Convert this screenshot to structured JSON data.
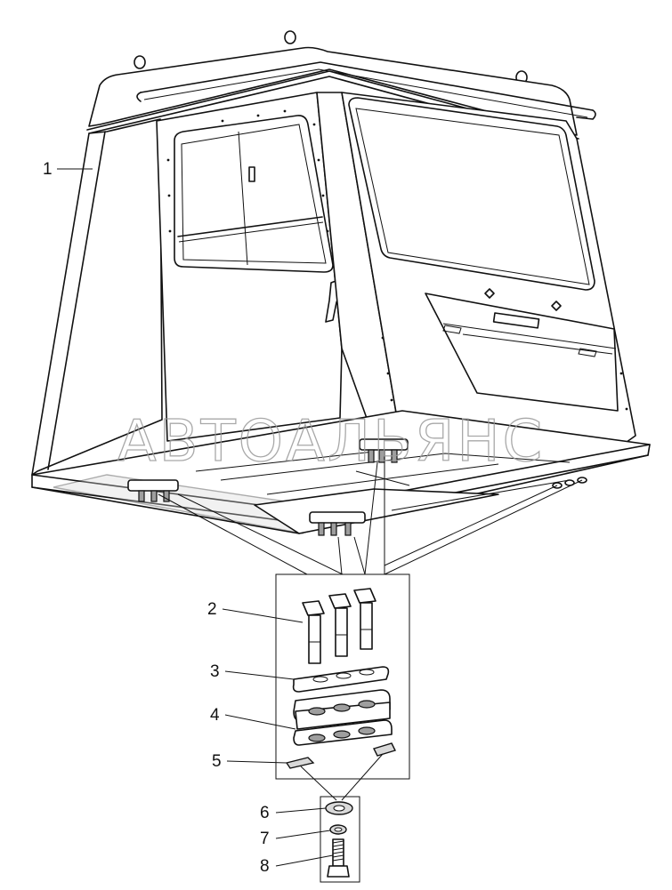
{
  "watermark": "АВТОАЛЬЯНС",
  "callouts": [
    "1",
    "2",
    "3",
    "4",
    "5",
    "6",
    "7",
    "8"
  ]
}
